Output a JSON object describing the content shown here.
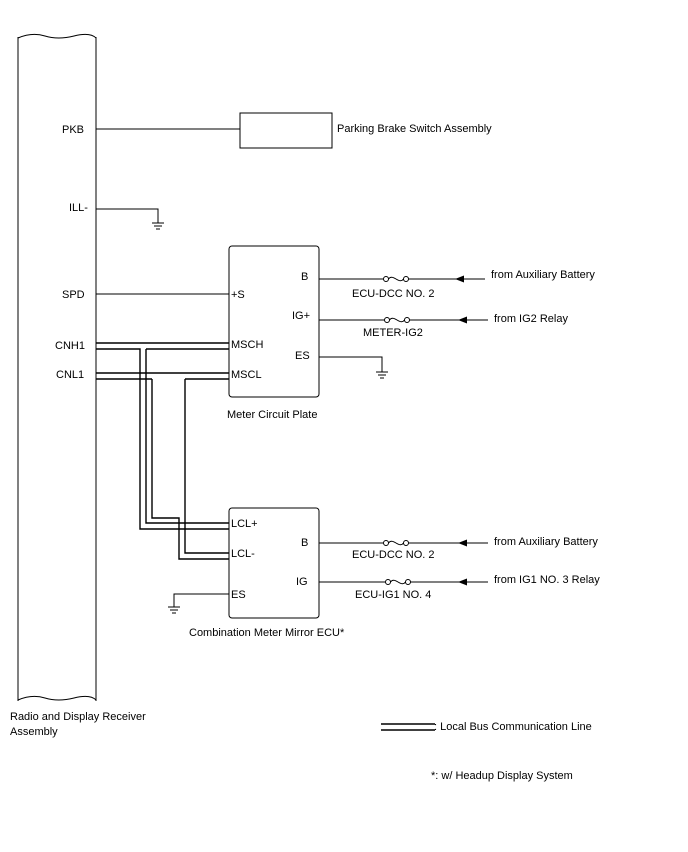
{
  "receiver": {
    "name_line1": "Radio and Display Receiver",
    "name_line2": "Assembly",
    "pins": {
      "pkb": "PKB",
      "ill": "ILL-",
      "spd": "SPD",
      "cnh1": "CNH1",
      "cnl1": "CNL1"
    }
  },
  "parking_brake": {
    "name": "Parking Brake Switch Assembly"
  },
  "meter_plate": {
    "name": "Meter Circuit Plate",
    "pins": {
      "s": "+S",
      "msch": "MSCH",
      "mscl": "MSCL",
      "b": "B",
      "ig": "IG+",
      "es": "ES"
    }
  },
  "mirror_ecu": {
    "name": "Combination Meter Mirror ECU*",
    "pins": {
      "lclp": "LCL+",
      "lclm": "LCL-",
      "es": "ES",
      "b": "B",
      "ig": "IG"
    }
  },
  "fuses": {
    "f1": "ECU-DCC NO. 2",
    "f2": "METER-IG2",
    "f3": "ECU-DCC NO. 2",
    "f4": "ECU-IG1 NO. 4"
  },
  "sources": {
    "s1": "from Auxiliary Battery",
    "s2": "from IG2 Relay",
    "s3": "from Auxiliary Battery",
    "s4": "from IG1 NO. 3 Relay"
  },
  "legend": {
    "bus_label": ": Local Bus Communication Line"
  },
  "footnote": "*: w/ Headup Display System"
}
